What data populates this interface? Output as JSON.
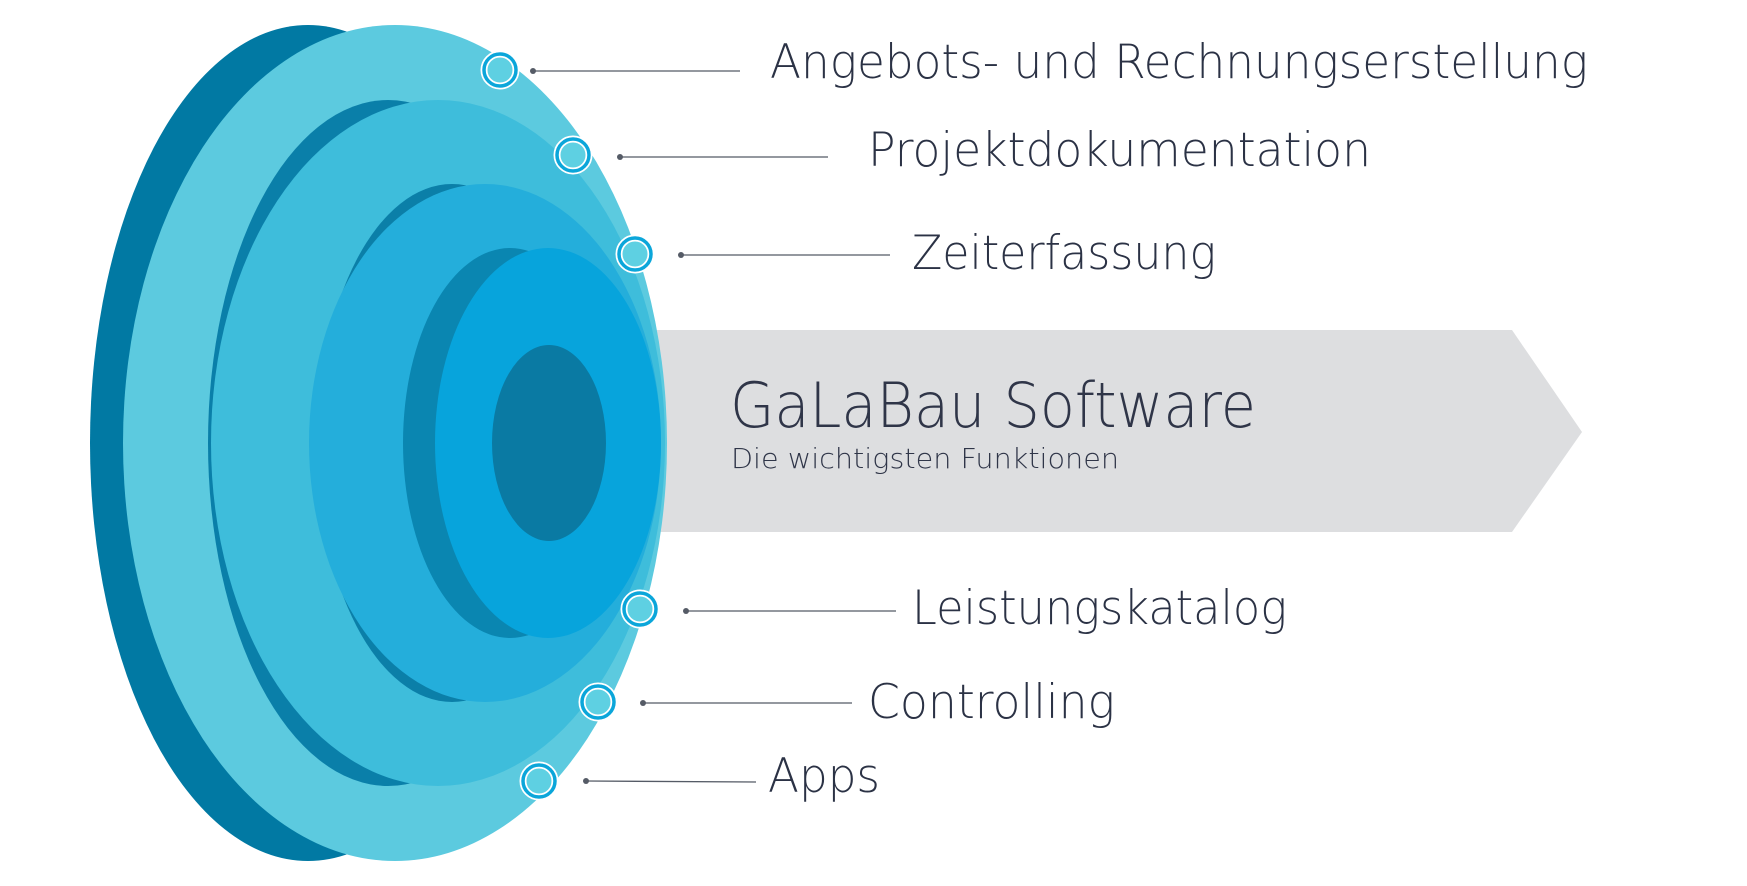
{
  "colors": {
    "ring_outer_dark": "#0179a3",
    "ring_outer_light": "#5ccadf",
    "ring_mid_dark": "#0a7fa9",
    "ring_mid_light": "#3ebddb",
    "ring_inner_dark": "#0b7fa8",
    "ring_inner_light": "#24aedb",
    "core_dark": "#0a86b1",
    "core_light": "#07a4dc",
    "core_center": "#0a7aa3",
    "arrow_fill": "#dddee0",
    "connector_line": "#555b66",
    "marker_ring": "#0ba6da",
    "marker_fill": "#5ed0e2",
    "text": "#2b3245"
  },
  "main": {
    "title": "GaLaBau Software",
    "subtitle": "Die wichtigsten Funktionen"
  },
  "features": [
    {
      "id": "angebote",
      "label": "Angebots- und Rechnungserstellung"
    },
    {
      "id": "projektdoku",
      "label": "Projektdokumentation"
    },
    {
      "id": "zeiterfassung",
      "label": "Zeiterfassung"
    },
    {
      "id": "leistungskatalog",
      "label": "Leistungskatalog"
    },
    {
      "id": "controlling",
      "label": "Controlling"
    },
    {
      "id": "apps",
      "label": "Apps"
    }
  ]
}
